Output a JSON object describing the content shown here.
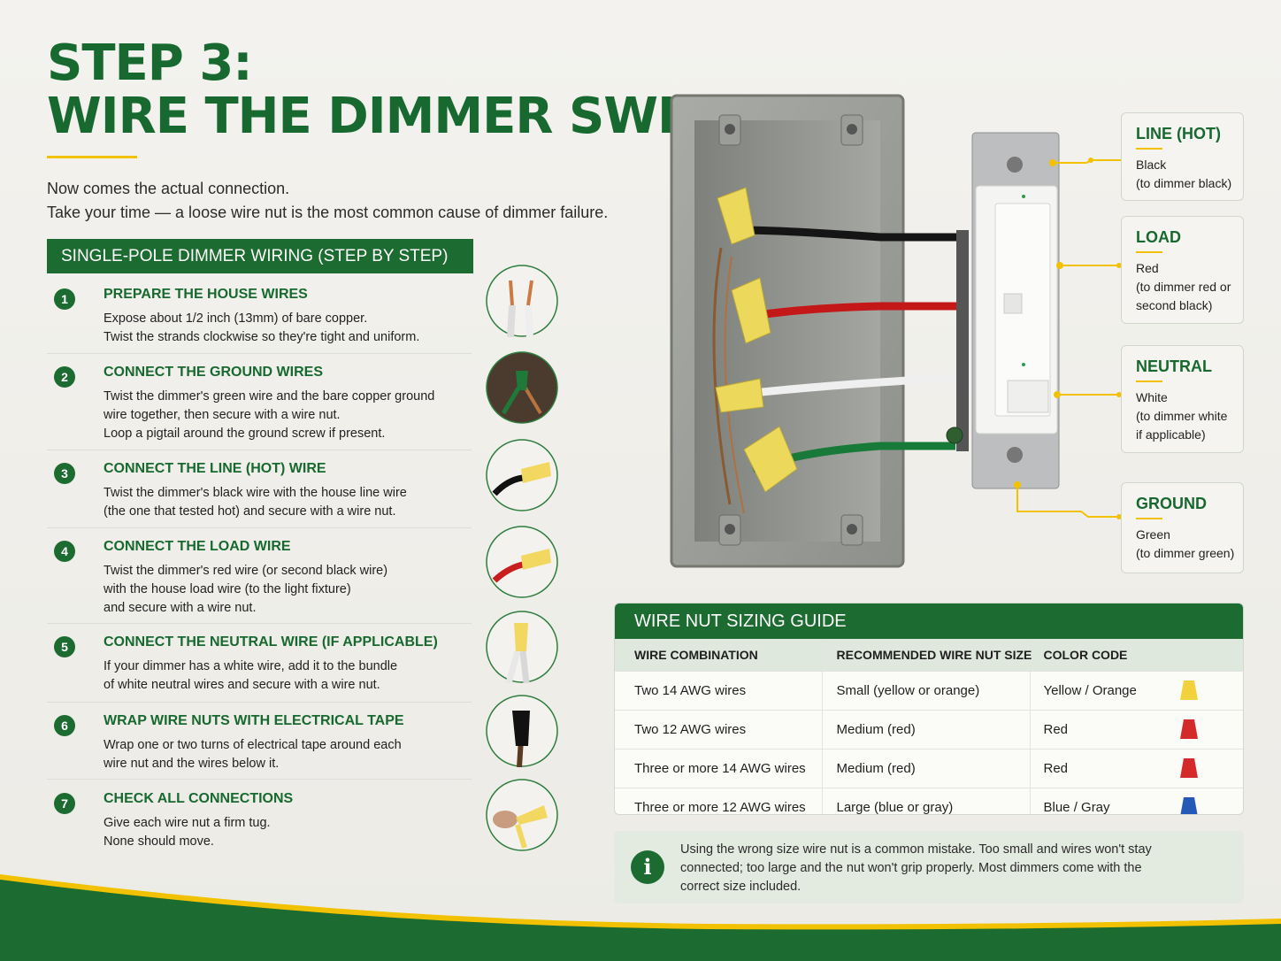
{
  "title_line1": "STEP 3:",
  "title_line2": "WIRE THE DIMMER SWITCH",
  "intro_line1": "Now comes the actual connection.",
  "intro_line2": "Take your time — a loose wire nut is the most common cause of dimmer failure.",
  "steps_header": "SINGLE-POLE DIMMER WIRING (STEP BY STEP)",
  "steps": [
    {
      "num": "1",
      "title": "PREPARE THE HOUSE WIRES",
      "lines": [
        "Expose about 1/2 inch (13mm) of bare copper.",
        "Twist the strands clockwise so they're tight and uniform."
      ]
    },
    {
      "num": "2",
      "title": "CONNECT THE GROUND WIRES",
      "lines": [
        "Twist the dimmer's green wire and the bare copper ground",
        "wire together, then secure with a wire nut.",
        "Loop a pigtail around the ground screw if present."
      ]
    },
    {
      "num": "3",
      "title": "CONNECT THE LINE (HOT) WIRE",
      "lines": [
        "Twist the dimmer's black wire with the house line wire",
        "(the one that tested hot) and secure with a wire nut."
      ]
    },
    {
      "num": "4",
      "title": "CONNECT THE LOAD WIRE",
      "lines": [
        "Twist the dimmer's red wire (or second black wire)",
        "with the house load wire (to the light fixture)",
        "and secure with a wire nut."
      ]
    },
    {
      "num": "5",
      "title": "CONNECT THE NEUTRAL WIRE (IF APPLICABLE)",
      "lines": [
        "If your dimmer has a white wire, add it to the bundle",
        "of white neutral wires and secure with a wire nut."
      ]
    },
    {
      "num": "6",
      "title": "WRAP WIRE NUTS WITH ELECTRICAL TAPE",
      "lines": [
        "Wrap one or two turns of electrical tape around each",
        "wire nut and the wires below it."
      ]
    },
    {
      "num": "7",
      "title": "CHECK ALL CONNECTIONS",
      "lines": [
        "Give each wire nut a firm tug.",
        "None should move."
      ]
    }
  ],
  "callouts": [
    {
      "title": "LINE (HOT)",
      "lines": [
        "Black",
        "(to dimmer black)"
      ]
    },
    {
      "title": "LOAD",
      "lines": [
        "Red",
        "(to dimmer red or",
        "second black)"
      ]
    },
    {
      "title": "NEUTRAL",
      "lines": [
        "White",
        "(to dimmer white",
        "if applicable)"
      ]
    },
    {
      "title": "GROUND",
      "lines": [
        "Green",
        "(to dimmer green)"
      ]
    }
  ],
  "wire_nut_guide": {
    "title": "WIRE NUT SIZING GUIDE",
    "headers": [
      "WIRE COMBINATION",
      "RECOMMENDED WIRE NUT SIZE",
      "COLOR CODE"
    ],
    "rows": [
      {
        "combo": "Two 14 AWG wires",
        "size": "Small (yellow or orange)",
        "color_code": "Yellow / Orange",
        "swatch": "#f2d23c"
      },
      {
        "combo": "Two 12 AWG wires",
        "size": "Medium (red)",
        "color_code": "Red",
        "swatch": "#d42a2a"
      },
      {
        "combo": "Three or more 14 AWG wires",
        "size": "Medium (red)",
        "color_code": "Red",
        "swatch": "#d42a2a"
      },
      {
        "combo": "Three or more 12 AWG wires",
        "size": "Large (blue or gray)",
        "color_code": "Blue / Gray",
        "swatch": "#2459b8"
      }
    ]
  },
  "note_lines": [
    "Using the wrong size wire nut is a common mistake. Too small and wires won't stay",
    "connected; too large and the nut won't grip properly. Most dimmers come with the",
    "correct size included."
  ],
  "colors": {
    "brand_green": "#1c6b30",
    "accent_yellow": "#f2c200"
  }
}
